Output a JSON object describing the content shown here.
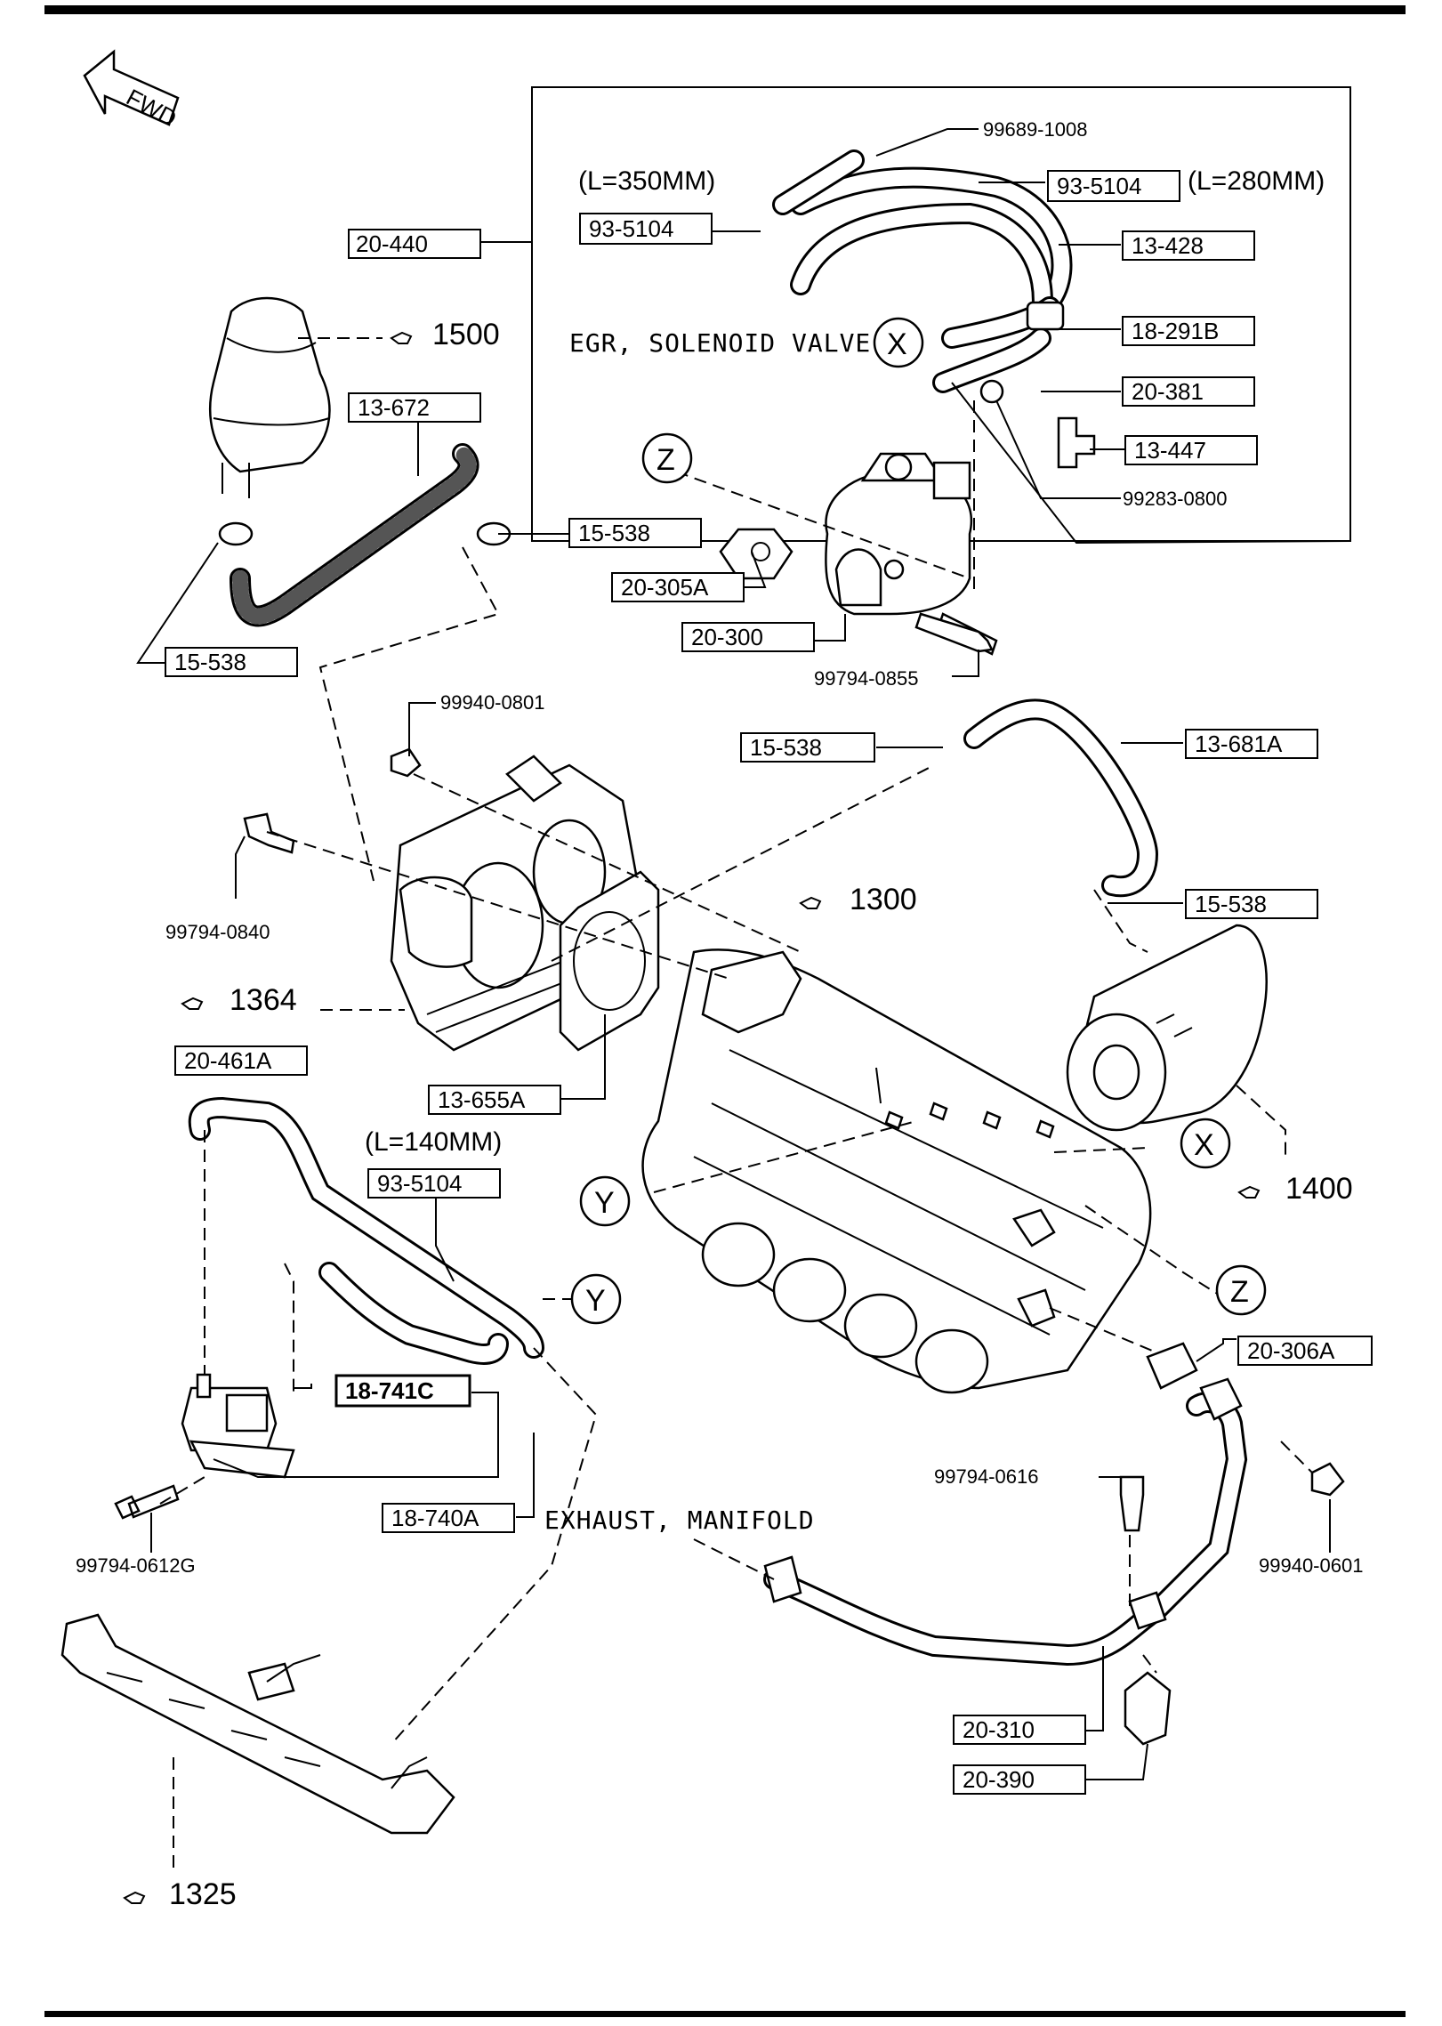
{
  "direction_label": "FWD",
  "refs": {
    "r1500": "1500",
    "r1300": "1300",
    "r1364": "1364",
    "r1400": "1400",
    "r1325": "1325"
  },
  "markers": {
    "x": "X",
    "y": "Y",
    "z": "Z"
  },
  "notes": {
    "len350": "(L=350MM)",
    "len280": "(L=280MM)",
    "len140": "(L=140MM)"
  },
  "captions": {
    "egr_solenoid_valve": "EGR, SOLENOID VALVE",
    "exhaust_manifold": "EXHAUST, MANIFOLD"
  },
  "parts": {
    "p20_440": "20-440",
    "p99689_1008": "99689-1008",
    "p93_5104_a": "93-5104",
    "p93_5104_b": "93-5104",
    "p13_428": "13-428",
    "p18_291B": "18-291B",
    "p20_381": "20-381",
    "p13_447": "13-447",
    "p99283_0800": "99283-0800",
    "p13_672": "13-672",
    "p15_538_a": "15-538",
    "p15_538_b": "15-538",
    "p20_305A": "20-305A",
    "p20_300": "20-300",
    "p99794_0855": "99794-0855",
    "p99940_0801": "99940-0801",
    "p15_538_c": "15-538",
    "p13_681A": "13-681A",
    "p15_538_d": "15-538",
    "p99794_0840": "99794-0840",
    "p20_461A": "20-461A",
    "p13_655A": "13-655A",
    "p93_5104_c": "93-5104",
    "p18_741C": "18-741C",
    "p18_740A": "18-740A",
    "p99794_0612G": "99794-0612G",
    "p20_306A": "20-306A",
    "p99794_0616": "99794-0616",
    "p99940_0601": "99940-0601",
    "p20_310": "20-310",
    "p20_390": "20-390"
  }
}
